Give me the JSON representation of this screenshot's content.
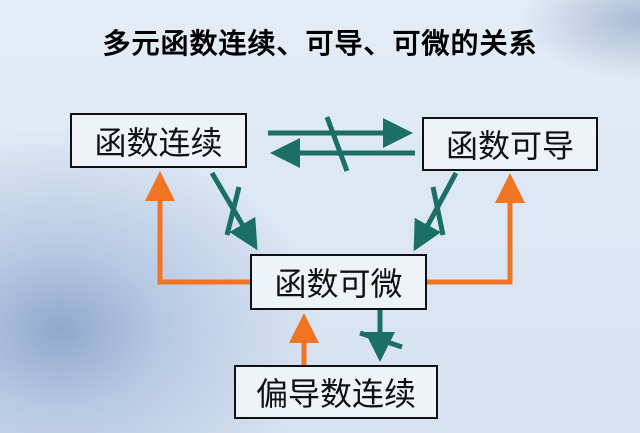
{
  "title": "多元函数连续、可导、可微的关系",
  "nodes": {
    "continuous": "函数连续",
    "differentiable_partial": "函数可导",
    "differentiable": "函数可微",
    "partial_continuous": "偏导数连续"
  },
  "colors": {
    "teal": "#1b6f67",
    "orange": "#f07422"
  }
}
